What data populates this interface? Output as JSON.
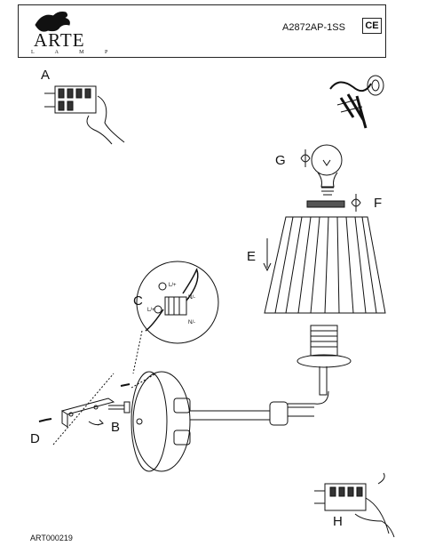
{
  "header": {
    "brand": "ARTE",
    "brand_sub": "L A M P",
    "model": "A2872AP-1SS",
    "ce_mark": "CE"
  },
  "steps": {
    "a": "A",
    "b": "B",
    "c": "C",
    "d": "D",
    "e": "E",
    "f": "F",
    "g": "G",
    "h": "H"
  },
  "terminal_labels": {
    "l_plus": "L/+",
    "n_minus": "N/-"
  },
  "footer": {
    "code": "ART000219"
  }
}
